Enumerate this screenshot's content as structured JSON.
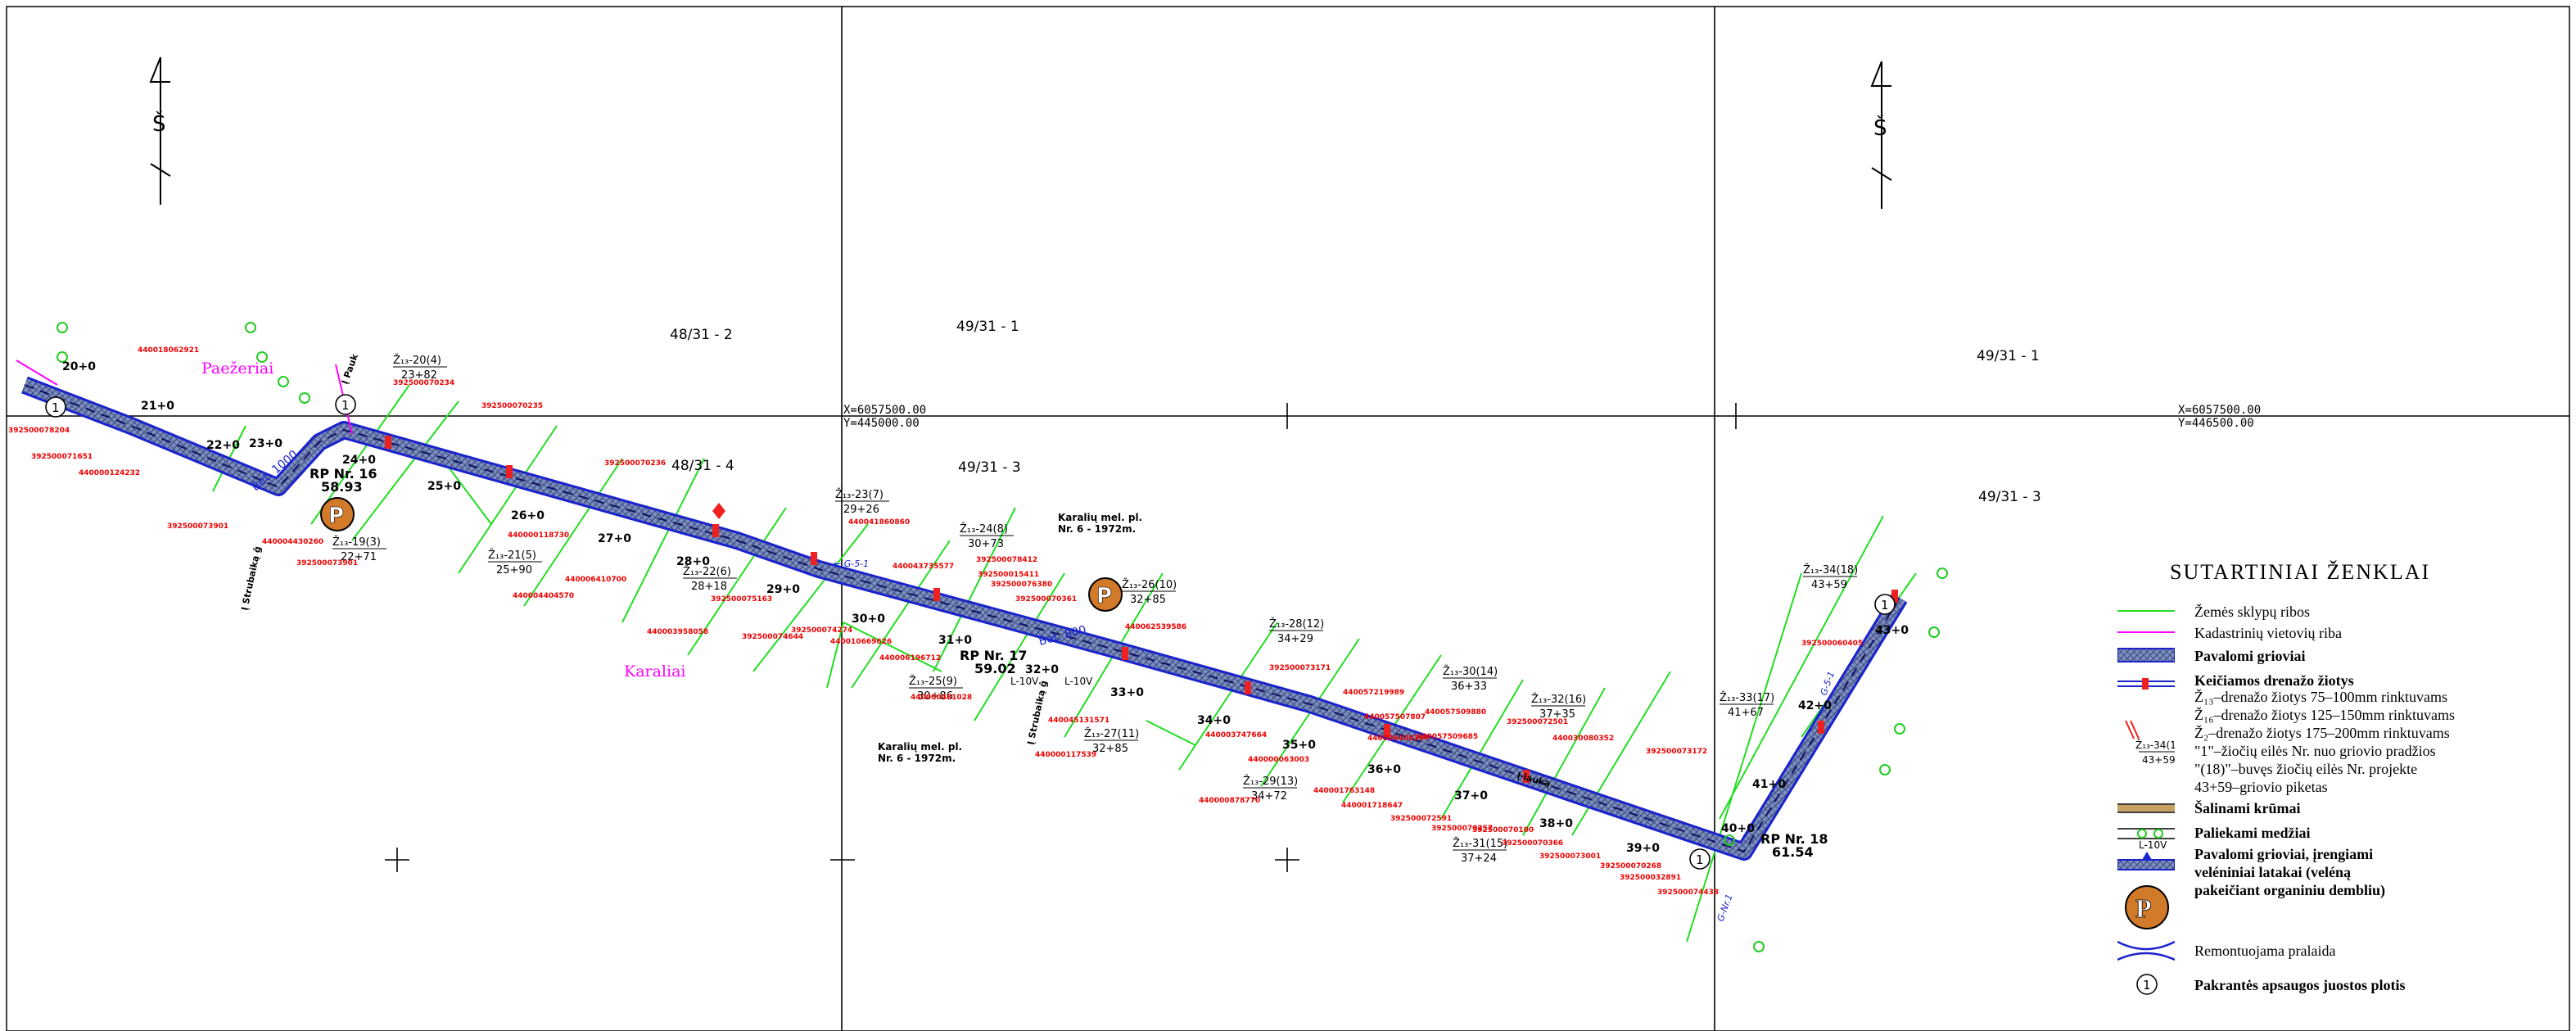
{
  "colors": {
    "ditch_fill": "#6b7fb0",
    "ditch_edge": "#1a22cc",
    "parcel_line": "#22dd22",
    "cadastral_line": "#ff00ff",
    "label_red": "#ee0000",
    "village_label": "#ff00ff",
    "tree": "#22cc22",
    "grid": "#000000"
  },
  "icons": [
    "north-arrow-icon",
    "parking-p-icon",
    "circle-number-icon",
    "culvert-icon"
  ],
  "grid": {
    "coord_1_x": "X=6057500.00",
    "coord_1_y": "Y=445000.00",
    "coord_2_x": "X=6057500.00",
    "coord_2_y": "Y=446500.00"
  },
  "north_arrow": "Š",
  "parcels": [
    "48/31 - 2",
    "49/31 - 1",
    "49/31 - 1",
    "48/31 - 4",
    "49/31 - 3",
    "49/31 - 3"
  ],
  "villages": [
    "Paežeriai",
    "Karaliai"
  ],
  "reserves": [
    "Karalių mel. pl.\nNr. 6 - 1972m.",
    "Karalių mel. pl.\nNr. 6 - 1972m."
  ],
  "pickets": [
    "20+0",
    "21+0",
    "22+0",
    "23+0",
    "24+0",
    "25+0",
    "26+0",
    "27+0",
    "28+0",
    "29+0",
    "30+0",
    "31+0",
    "32+0",
    "33+0",
    "34+0",
    "35+0",
    "36+0",
    "37+0",
    "38+0",
    "39+0",
    "40+0",
    "41+0",
    "42+0",
    "43+0"
  ],
  "rp": [
    {
      "name": "RP Nr. 16",
      "elev": "58.93"
    },
    {
      "name": "RP Nr. 17",
      "elev": "59.02"
    },
    {
      "name": "RP Nr. 18",
      "elev": "61.54"
    }
  ],
  "drains": [
    {
      "top": "Ž₁₃-20(4)",
      "bot": "23+82"
    },
    {
      "top": "Ž₁₃-19(3)",
      "bot": "22+71"
    },
    {
      "top": "Ž₁₃-21(5)",
      "bot": "25+90"
    },
    {
      "top": "Ž₁₃-22(6)",
      "bot": "28+18"
    },
    {
      "top": "Ž₁₃-23(7)",
      "bot": "29+26"
    },
    {
      "top": "Ž₁₃-24(8)",
      "bot": "30+73"
    },
    {
      "top": "Ž₁₃-25(9)",
      "bot": "30+86"
    },
    {
      "top": "Ž₁₃-26(10)",
      "bot": "32+85"
    },
    {
      "top": "Ž₁₃-27(11)",
      "bot": "32+85"
    },
    {
      "top": "Ž₁₃-28(12)",
      "bot": "34+29"
    },
    {
      "top": "Ž₁₃-29(13)",
      "bot": "34+72"
    },
    {
      "top": "Ž₁₃-30(14)",
      "bot": "36+33"
    },
    {
      "top": "Ž₁₃-31(15)",
      "bot": "37+24"
    },
    {
      "top": "Ž₁₃-32(16)",
      "bot": "37+35"
    },
    {
      "top": "Ž₁₃-33(17)",
      "bot": "41+67"
    },
    {
      "top": "Ž₁₃-34(18)",
      "bot": "43+59"
    }
  ],
  "cadastral_ids": [
    "392500078204",
    "392500071651",
    "440000124232",
    "392500073901",
    "440004430260",
    "392500073901",
    "440018062921",
    "392500070234",
    "392500070235",
    "392500070236",
    "440000118730",
    "440006410700",
    "440004404570",
    "440003958058",
    "392500075163",
    "392500074644",
    "392500074274",
    "440010669626",
    "440041860860",
    "440043735577",
    "392500078412",
    "392500015411",
    "392500076380",
    "392500070361",
    "440006196712",
    "440000481028",
    "440062539586",
    "440045131571",
    "440000117539",
    "392500073171",
    "440057219989",
    "440057507807",
    "440057509880",
    "440057509685",
    "392500072501",
    "440030080352",
    "392500073172",
    "440003747664",
    "440000063003",
    "440000878770",
    "440001763148",
    "440001718647",
    "440006408397",
    "392500072591",
    "392500070257",
    "392500070100",
    "392500070366",
    "392500073001",
    "392500070268",
    "392500032891",
    "392500074433",
    "392500060405"
  ],
  "ditch_notes": {
    "bet_1000": "Bet. 1000",
    "bet_800": "Bet. 800",
    "l10v_1": "L-10V",
    "l10v_2": "L-10V",
    "g51_1": "← G-5-1",
    "g51_2": "G-5-1",
    "g_nr1": "G-Nr.1",
    "strubl_1": "Į Strubaiką ĝ",
    "strubl_2": "Į Strubaiką ĝ",
    "to_1": "Į Pauk",
    "to_2": "Į lauką"
  },
  "circles": [
    "1",
    "1",
    "1",
    "1"
  ],
  "legend": {
    "title": "SUTARTINIAI   ŽENKLAI",
    "items": [
      {
        "text": "Žemės sklypų ribos",
        "bold": false
      },
      {
        "text": "Kadastrinių vietovių riba",
        "bold": false
      },
      {
        "text": "Pavalomi grioviai",
        "bold": true
      },
      {
        "text": "Keičiamos drenažo žiotys",
        "bold": true
      },
      {
        "text": "Ž₁₃–drenažo žiotys 75–100mm rinktuvams",
        "bold": false
      },
      {
        "text": "Ž₁₆–drenažo žiotys 125–150mm rinktuvams",
        "bold": false
      },
      {
        "text": "Ž₂–drenažo žiotys 175–200mm rinktuvams",
        "bold": false
      },
      {
        "text": "\"1\"–žiočių eilės Nr. nuo griovio pradžios",
        "bold": false
      },
      {
        "text": "\"(18)\"–buvęs žiočių eilės Nr. projekte",
        "bold": false
      },
      {
        "text": "43+59–griovio piketas",
        "bold": false
      },
      {
        "text": "Šalinami krūmai",
        "bold": true
      },
      {
        "text": "Paliekami medžiai",
        "bold": true
      },
      {
        "text": "Pavalomi grioviai, įrengiami",
        "bold": true
      },
      {
        "text": "veléniniai latakai (veléną",
        "bold": true
      },
      {
        "text": "pakeičiant organiniu dembliu)",
        "bold": true
      },
      {
        "text": "Remontuojama pralaida",
        "bold": false
      },
      {
        "text": "Pakrantės apsaugos juostos plotis",
        "bold": true
      }
    ],
    "sample_drain": {
      "top": "Ž₁₃-34(18)",
      "bot": "43+59"
    },
    "sample_l10v": "L-10V",
    "sample_circle": "1"
  }
}
